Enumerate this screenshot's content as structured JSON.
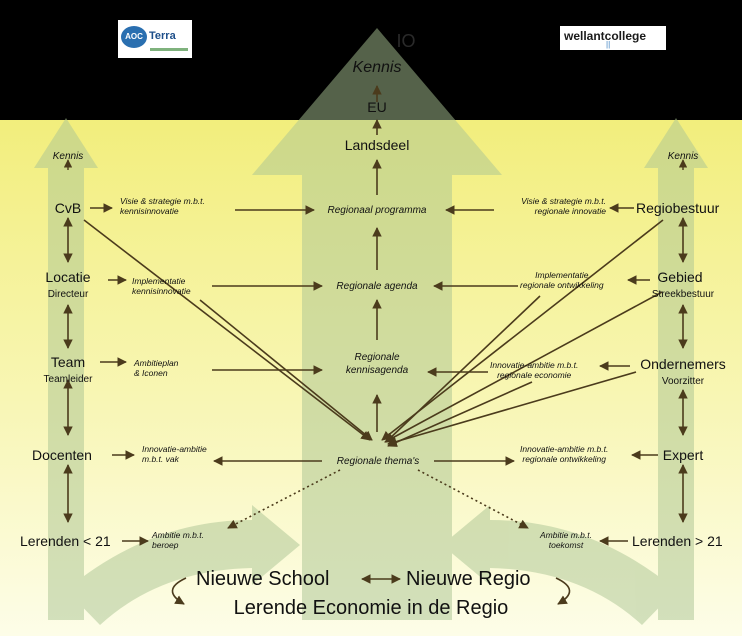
{
  "logos": {
    "left_aoc": "AOC",
    "left_terra": "Terra",
    "right": "wellantcollege",
    "right_mark": "||"
  },
  "top": {
    "partial": "IO",
    "kennis": "Kennis",
    "eu": "EU",
    "landsdeel": "Landsdeel"
  },
  "left": {
    "kennis": "Kennis",
    "cvb": "CvB",
    "locatie": "Locatie",
    "directeur": "Directeur",
    "team": "Team",
    "teamleider": "Teamleider",
    "docenten": "Docenten",
    "lerenden": "Lerenden < 21"
  },
  "left_mid": {
    "visie_1": "Visie & strategie m.b.t.",
    "visie_2": "kennisinnovatie",
    "impl_1": "Implementatie",
    "impl_2": "kennisinnovatie",
    "ambitieplan_1": "Ambitieplan",
    "ambitieplan_2": "& Iconen",
    "innov_1": "Innovatie-ambitie",
    "innov_2": "m.b.t. vak",
    "ambitie_1": "Ambitie m.b.t.",
    "ambitie_2": "beroep"
  },
  "center": {
    "programma": "Regionaal programma",
    "agenda": "Regionale agenda",
    "kennisagenda_1": "Regionale",
    "kennisagenda_2": "kennisagenda",
    "themas": "Regionale  thema's"
  },
  "right_mid": {
    "visie_1": "Visie & strategie m.b.t.",
    "visie_2": "regionale innovatie",
    "impl_1": "Implementatie",
    "impl_2": "regionale ontwikkeling",
    "innov_1": "Innovatie-ambitie m.b.t.",
    "innov_2": "regionale economie",
    "innov2_1": "Innovatie-ambitie m.b.t.",
    "innov2_2": "regionale ontwikkeling",
    "ambitie_1": "Ambitie m.b.t.",
    "ambitie_2": "toekomst"
  },
  "right": {
    "kennis": "Kennis",
    "regiobestuur": "Regiobestuur",
    "gebied": "Gebied",
    "streekbestuur": "Streekbestuur",
    "ondernemers": "Ondernemers",
    "voorzitter": "Voorzitter",
    "expert": "Expert",
    "lerenden": "Lerenden > 21"
  },
  "bottom": {
    "school": "Nieuwe School",
    "regio": "Nieuwe Regio",
    "economie": "Lerende Economie in de Regio"
  },
  "colors": {
    "black_band": "#000000",
    "yellow_top": "#f2ee80",
    "yellow_bottom": "#fbfbdf",
    "arrow": "#4b3b1c",
    "green": "#aac493"
  }
}
